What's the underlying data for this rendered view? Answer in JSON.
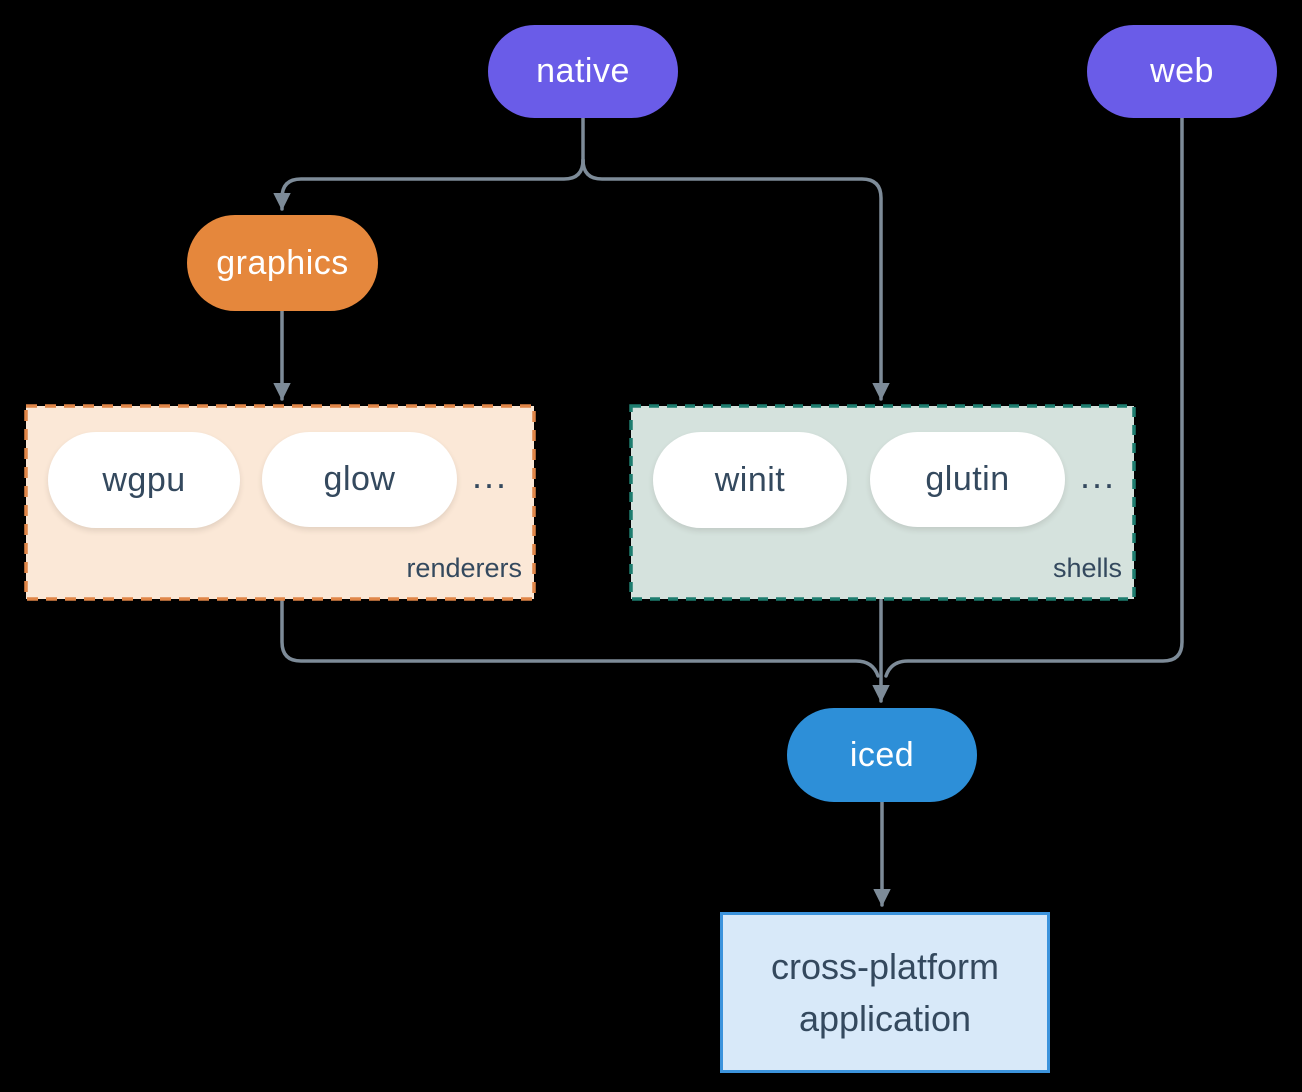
{
  "diagram": {
    "nodes": {
      "native": {
        "label": "native"
      },
      "web": {
        "label": "web"
      },
      "graphics": {
        "label": "graphics"
      },
      "iced": {
        "label": "iced"
      },
      "application": {
        "label": "cross-platform application",
        "line1": "cross-platform",
        "line2": "application"
      }
    },
    "groups": {
      "renderers": {
        "label": "renderers",
        "items": [
          "wgpu",
          "glow"
        ],
        "ellipsis": "..."
      },
      "shells": {
        "label": "shells",
        "items": [
          "winit",
          "glutin"
        ],
        "ellipsis": "..."
      }
    },
    "colors": {
      "background": "#000000",
      "purple": "#6a5ce8",
      "orange": "#e5873c",
      "blue": "#2d8fd8",
      "renderers_bg": "#fbe8d7",
      "renderers_border": "#e08648",
      "shells_bg": "#d5e2dd",
      "shells_border": "#1e7d6f",
      "line": "#7d8b98",
      "text_dark": "#34495e",
      "app_bg": "#d8e9f9",
      "app_border": "#3c93dc",
      "pill_text": "#ffffff"
    }
  }
}
